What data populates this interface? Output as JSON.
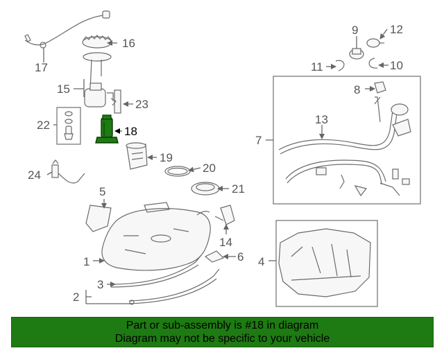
{
  "colors": {
    "banner_bg": "#1e7a12",
    "banner_text": "#000000",
    "highlight_part": "#1e7a12",
    "line": "#666666"
  },
  "callouts": [
    {
      "id": "1",
      "text": "1"
    },
    {
      "id": "2",
      "text": "2"
    },
    {
      "id": "3",
      "text": "3"
    },
    {
      "id": "4",
      "text": "4"
    },
    {
      "id": "5",
      "text": "5"
    },
    {
      "id": "6",
      "text": "6"
    },
    {
      "id": "7",
      "text": "7"
    },
    {
      "id": "8",
      "text": "8"
    },
    {
      "id": "9",
      "text": "9"
    },
    {
      "id": "10",
      "text": "10"
    },
    {
      "id": "11",
      "text": "11"
    },
    {
      "id": "12",
      "text": "12"
    },
    {
      "id": "13",
      "text": "13"
    },
    {
      "id": "14",
      "text": "14"
    },
    {
      "id": "15",
      "text": "15"
    },
    {
      "id": "16",
      "text": "16"
    },
    {
      "id": "17",
      "text": "17"
    },
    {
      "id": "18",
      "text": "18",
      "highlighted": true
    },
    {
      "id": "19",
      "text": "19"
    },
    {
      "id": "20",
      "text": "20"
    },
    {
      "id": "21",
      "text": "21"
    },
    {
      "id": "22",
      "text": "22"
    },
    {
      "id": "23",
      "text": "23"
    },
    {
      "id": "24",
      "text": "24"
    }
  ],
  "banner": {
    "line1": "Part or sub-assembly is #18 in diagram",
    "line2": "Diagram may not be specific to your vehicle"
  }
}
